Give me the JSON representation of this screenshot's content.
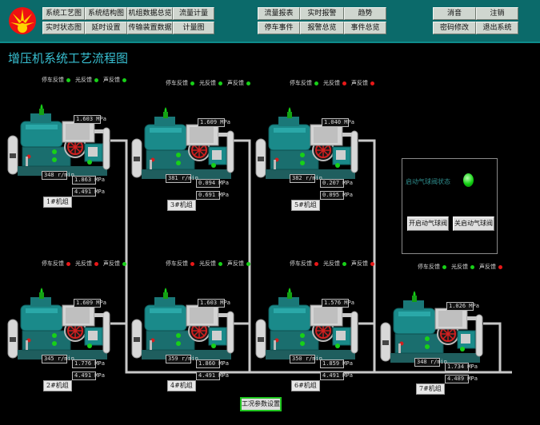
{
  "nav": {
    "system_process": "系统工艺图",
    "system_structure": "系统结构图",
    "unit_data_overview": "机组数据总览",
    "flow_measure": "流量计量",
    "flow_report": "流量报表",
    "realtime_alarm": "实时报警",
    "trend": "趋势",
    "silence": "消音",
    "logout": "注销",
    "realtime_status": "实时状态图",
    "delay_settings": "延时设置",
    "transfer_device_data": "传输装置数据",
    "metering_chart": "计量图",
    "shutdown_events": "停车事件",
    "alarm_overview": "报警总览",
    "event_overview": "事件总览",
    "password_change": "密码修改",
    "exit_system": "退出系统"
  },
  "page_title": "增压机系统工艺流程图",
  "status_labels": {
    "stop": "停车反馈",
    "light": "光反馈",
    "sound": "声反馈"
  },
  "colors": {
    "green": "#18d018",
    "red": "#e81818",
    "pipe": "#c8c8c8",
    "teal": "#1a8a8a",
    "panel_text": "#2f8f8f"
  },
  "units": [
    {
      "label": "1#机组",
      "pressure_top": "1.603 MPa",
      "speed": "348 r/min",
      "pressure_mid": "1.863 MPa",
      "pressure_low": "4.491 MPa",
      "stop": "green",
      "light": "green",
      "sound": "green"
    },
    {
      "label": "3#机组",
      "pressure_top": "1.609 MPa",
      "speed": "381 r/min",
      "pressure_mid": "0.094 MPa",
      "pressure_low": "0.691 MPa",
      "stop": "green",
      "light": "green",
      "sound": "green"
    },
    {
      "label": "5#机组",
      "pressure_top": "1.040 MPa",
      "speed": "382 r/min",
      "pressure_mid": "0.207 MPa",
      "pressure_low": "0.095 MPa",
      "stop": "green",
      "light": "red",
      "sound": "red"
    },
    {
      "label": "2#机组",
      "pressure_top": "1.609 MPa",
      "speed": "345 r/min",
      "pressure_mid": "1.776 MPa",
      "pressure_low": "4.491 MPa",
      "stop": "red",
      "light": "red",
      "sound": "green"
    },
    {
      "label": "4#机组",
      "pressure_top": "1.603 MPa",
      "speed": "359 r/min",
      "pressure_mid": "1.860 MPa",
      "pressure_low": "4.491 MPa",
      "stop": "red",
      "light": "green",
      "sound": "green"
    },
    {
      "label": "6#机组",
      "pressure_top": "1.576 MPa",
      "speed": "350 r/min",
      "pressure_mid": "1.859 MPa",
      "pressure_low": "4.491 MPa",
      "stop": "red",
      "light": "green",
      "sound": "red"
    },
    {
      "label": "7#机组",
      "pressure_top": "1.026 MPa",
      "speed": "348 r/min",
      "pressure_mid": "1.734 MPa",
      "pressure_low": "4.489 MPa",
      "stop": "green",
      "light": "green",
      "sound": "red"
    }
  ],
  "ball_valve_panel": {
    "status_label": "启动气球阀状态",
    "open_button": "开启动气球阀",
    "close_button": "关启动气球阀"
  },
  "bottom_button": "工况参数设置",
  "icons": {
    "logo": "petrochina-logo-icon",
    "lamp": "green-status-lamp-icon"
  }
}
